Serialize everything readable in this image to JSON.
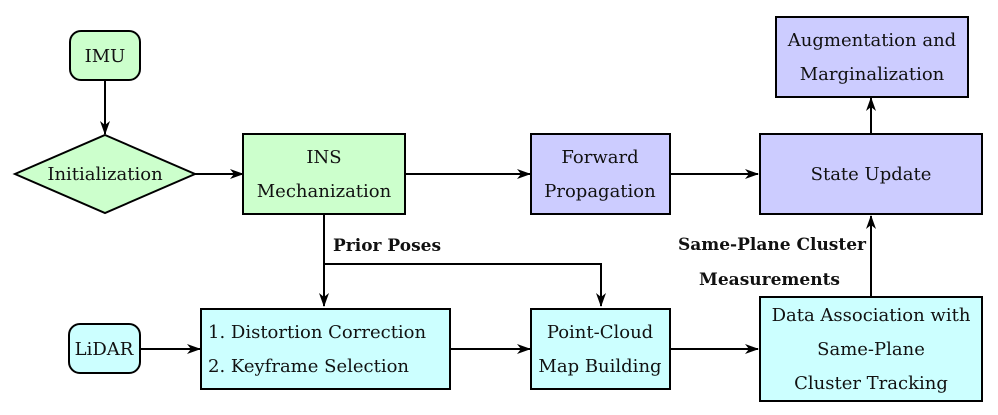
{
  "colors": {
    "green": "#ccffcc",
    "purple": "#ccccff",
    "cyan": "#ccffff",
    "stroke": "#000000"
  },
  "nodes": {
    "imu": {
      "label": "IMU"
    },
    "initialization": {
      "label": "Initialization"
    },
    "ins": {
      "line1": "INS",
      "line2": "Mechanization"
    },
    "forward": {
      "line1": "Forward",
      "line2": "Propagation"
    },
    "state_update": {
      "label": "State Update"
    },
    "augmentation": {
      "line1": "Augmentation and",
      "line2": "Marginalization"
    },
    "lidar": {
      "label": "LiDAR"
    },
    "preprocess": {
      "line1": "1. Distortion Correction",
      "line2": "2. Keyframe Selection"
    },
    "pointcloud": {
      "line1": "Point-Cloud",
      "line2": "Map Building"
    },
    "data_assoc": {
      "line1": "Data Association with",
      "line2": "Same-Plane",
      "line3": "Cluster Tracking"
    }
  },
  "edge_labels": {
    "prior_poses": "Prior Poses",
    "measurements_line1": "Same-Plane Cluster",
    "measurements_line2": "Measurements"
  }
}
